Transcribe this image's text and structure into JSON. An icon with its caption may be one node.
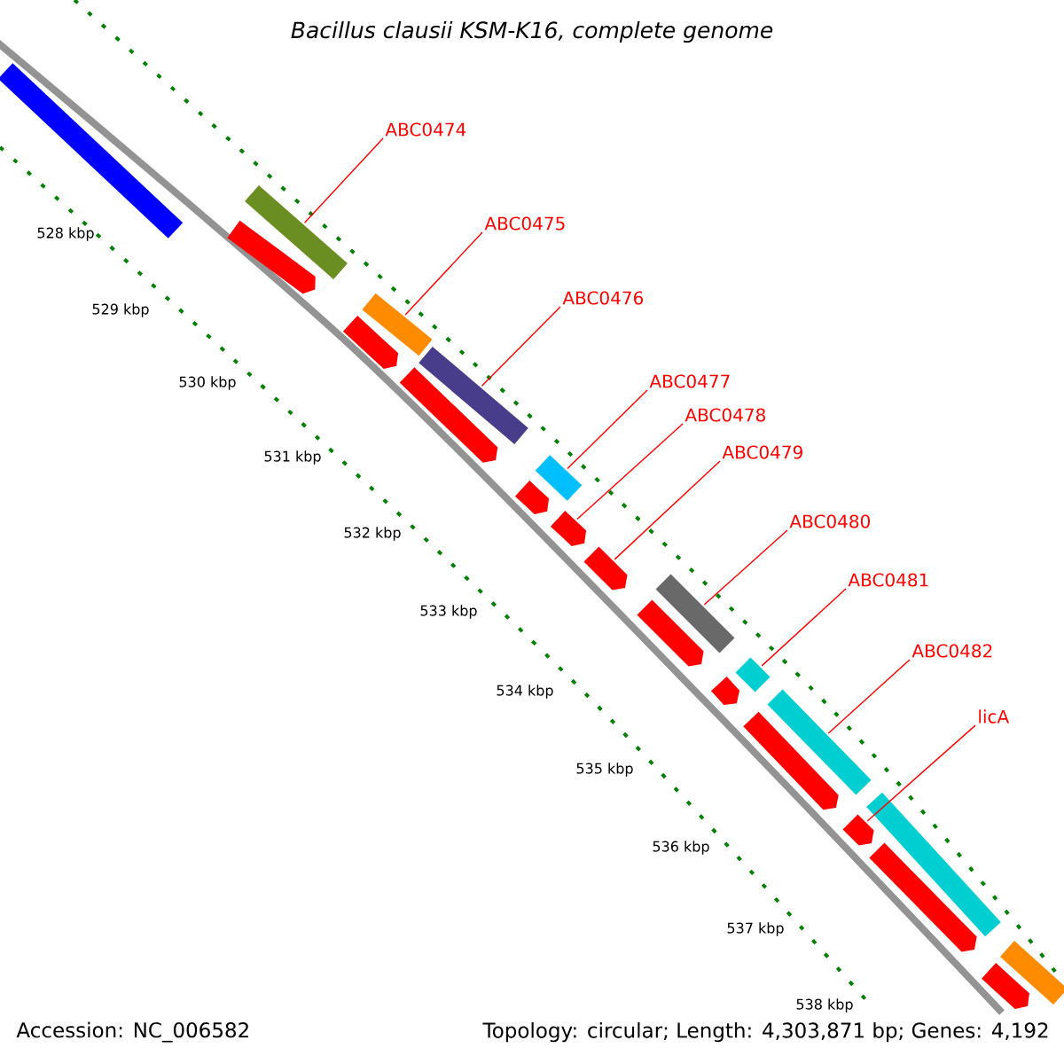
{
  "diagram": {
    "title": "Bacillus clausii KSM-K16, complete genome",
    "nodes": [
      {
        "text": [
          "ABC0474"
        ]
      },
      {
        "text": [
          "ABC0475"
        ]
      },
      {
        "text": [
          "ABC0476"
        ]
      },
      {
        "text": [
          "ABC0477"
        ]
      },
      {
        "text": [
          "ABC0478"
        ]
      },
      {
        "text": [
          "ABC0479"
        ]
      },
      {
        "text": [
          "ABC0480"
        ]
      },
      {
        "text": [
          "ABC0481"
        ]
      },
      {
        "text": [
          "ABC0482"
        ]
      },
      {
        "text": [
          "licA"
        ]
      },
      {
        "text": [],
        "shape": "bar"
      },
      {
        "text": [],
        "shape": "arrow"
      },
      {
        "text": [],
        "shape": "bar"
      },
      {
        "text": [],
        "shape": "arrow"
      },
      {
        "text": [],
        "shape": "bar"
      },
      {
        "text": [],
        "shape": "arrow"
      },
      {
        "text": [],
        "shape": "bar"
      },
      {
        "text": [],
        "shape": "arrow"
      },
      {
        "text": [],
        "shape": "bar"
      },
      {
        "text": [],
        "shape": "arrow"
      },
      {
        "text": [],
        "shape": "arrow"
      },
      {
        "text": [],
        "shape": "arrow"
      },
      {
        "text": [],
        "shape": "bar"
      },
      {
        "text": [],
        "shape": "arrow"
      },
      {
        "text": [],
        "shape": "bar"
      },
      {
        "text": [],
        "shape": "arrow"
      },
      {
        "text": [],
        "shape": "bar"
      },
      {
        "text": [],
        "shape": "arrow"
      },
      {
        "text": [],
        "shape": "bar"
      },
      {
        "text": [],
        "shape": "arrow"
      },
      {
        "text": [],
        "shape": "bar"
      },
      {
        "text": [],
        "shape": "arrow"
      }
    ],
    "edges": [
      {
        "from": 0,
        "to": 12,
        "arrow": "none"
      },
      {
        "from": 1,
        "to": 14,
        "arrow": "none"
      },
      {
        "from": 2,
        "to": 16,
        "arrow": "none"
      },
      {
        "from": 3,
        "to": 18,
        "arrow": "none"
      },
      {
        "from": 4,
        "to": 19,
        "arrow": "none"
      },
      {
        "from": 5,
        "to": 20,
        "arrow": "none"
      },
      {
        "from": 6,
        "to": 22,
        "arrow": "none"
      },
      {
        "from": 7,
        "to": 24,
        "arrow": "none"
      },
      {
        "from": 8,
        "to": 26,
        "arrow": "none"
      },
      {
        "from": 9,
        "to": 27,
        "arrow": "none"
      }
    ],
    "labels": [
      "528 kbp",
      "529 kbp",
      "530 kbp",
      "531 kbp",
      "532 kbp",
      "533 kbp",
      "534 kbp",
      "535 kbp",
      "536 kbp",
      "537 kbp",
      "538 kbp",
      "Accession: NC_006582",
      "Topology: circular; Length: 4,303,871 bp; Genes: 4,192"
    ]
  }
}
